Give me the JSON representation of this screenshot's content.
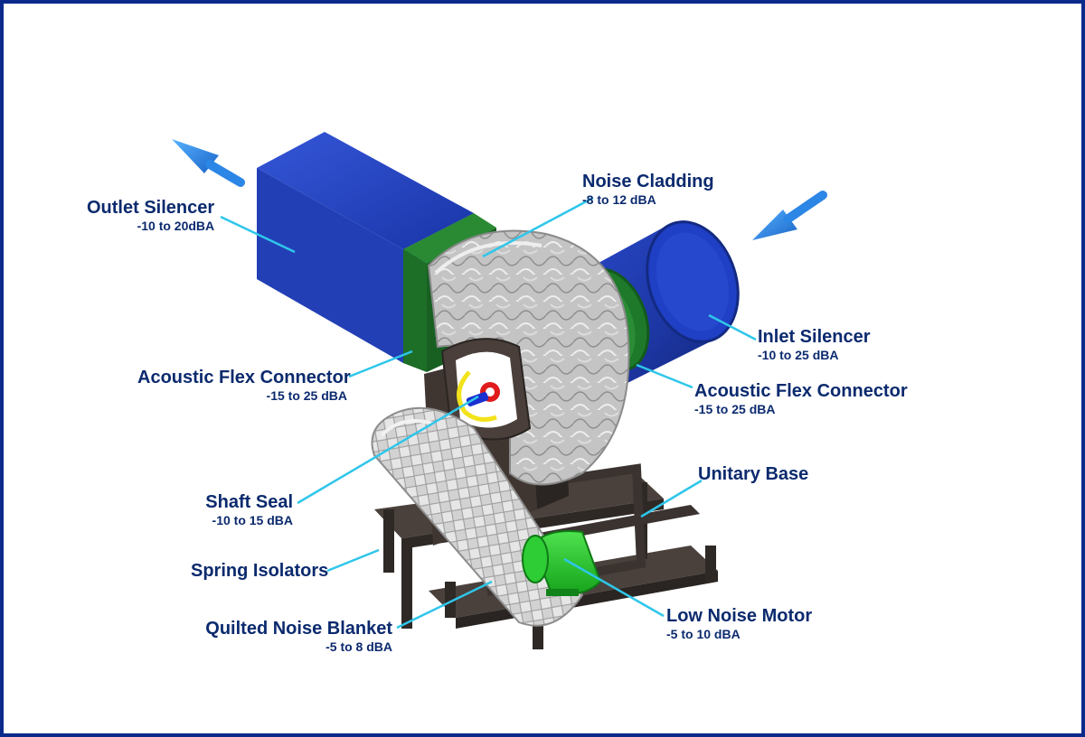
{
  "colors": {
    "border": "#0b2a8c",
    "label_text": "#0b2a6e",
    "leader_line": "#2ec6ea",
    "silencer_blue": "#1f3fc4",
    "flex_green": "#1f7a2a",
    "motor_green": "#22c42a",
    "cladding_gray": "#c9c9c9",
    "base_dark": "#3a3330",
    "arrow_blue": "#2c86e6"
  },
  "labels": {
    "outlet_silencer": {
      "title": "Outlet Silencer",
      "value": "-10 to 20dBA"
    },
    "noise_cladding": {
      "title": "Noise Cladding",
      "value": "-8 to 12 dBA"
    },
    "inlet_silencer": {
      "title": "Inlet Silencer",
      "value": "-10 to 25 dBA"
    },
    "acoustic_flex_connector_left": {
      "title": "Acoustic Flex Connector",
      "value": "-15 to 25 dBA"
    },
    "acoustic_flex_connector_right": {
      "title": "Acoustic Flex Connector",
      "value": "-15 to 25 dBA"
    },
    "unitary_base": {
      "title": "Unitary Base",
      "value": ""
    },
    "shaft_seal": {
      "title": "Shaft Seal",
      "value": "-10 to 15 dBA"
    },
    "spring_isolators": {
      "title": "Spring Isolators",
      "value": ""
    },
    "quilted_noise_blanket": {
      "title": "Quilted Noise Blanket",
      "value": "-5 to 8 dBA"
    },
    "low_noise_motor": {
      "title": "Low Noise Motor",
      "value": "-5 to 10 dBA"
    }
  },
  "icons": {
    "outlet_arrow": "airflow-arrow-icon",
    "inlet_arrow": "airflow-arrow-icon"
  }
}
